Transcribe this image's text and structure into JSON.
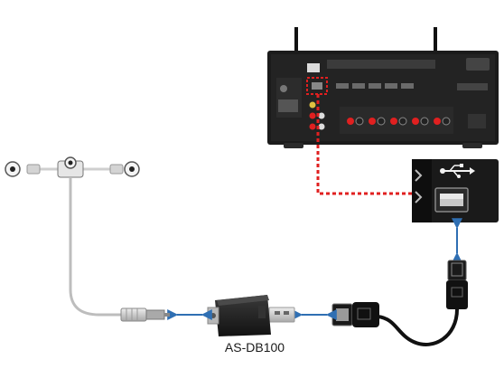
{
  "diagram": {
    "caption": "AS-DB100",
    "colors": {
      "background": "#ffffff",
      "receiver_body": "#1b1b1b",
      "cable_grey": "#c9c9c9",
      "connector_red": "#e12b2b",
      "arrow_blue": "#2f6fb3",
      "highlight_red": "#e02020"
    },
    "components": [
      {
        "id": "av-receiver",
        "icon": "av-receiver-rear-panel"
      },
      {
        "id": "usb-port-closeup",
        "icon": "usb-port-icon"
      },
      {
        "id": "dipole-antenna",
        "icon": "fm-t-antenna"
      },
      {
        "id": "dab-adapter",
        "icon": "usb-dab-dongle"
      },
      {
        "id": "usb-extension-cable",
        "icon": "usb-cable"
      }
    ]
  }
}
